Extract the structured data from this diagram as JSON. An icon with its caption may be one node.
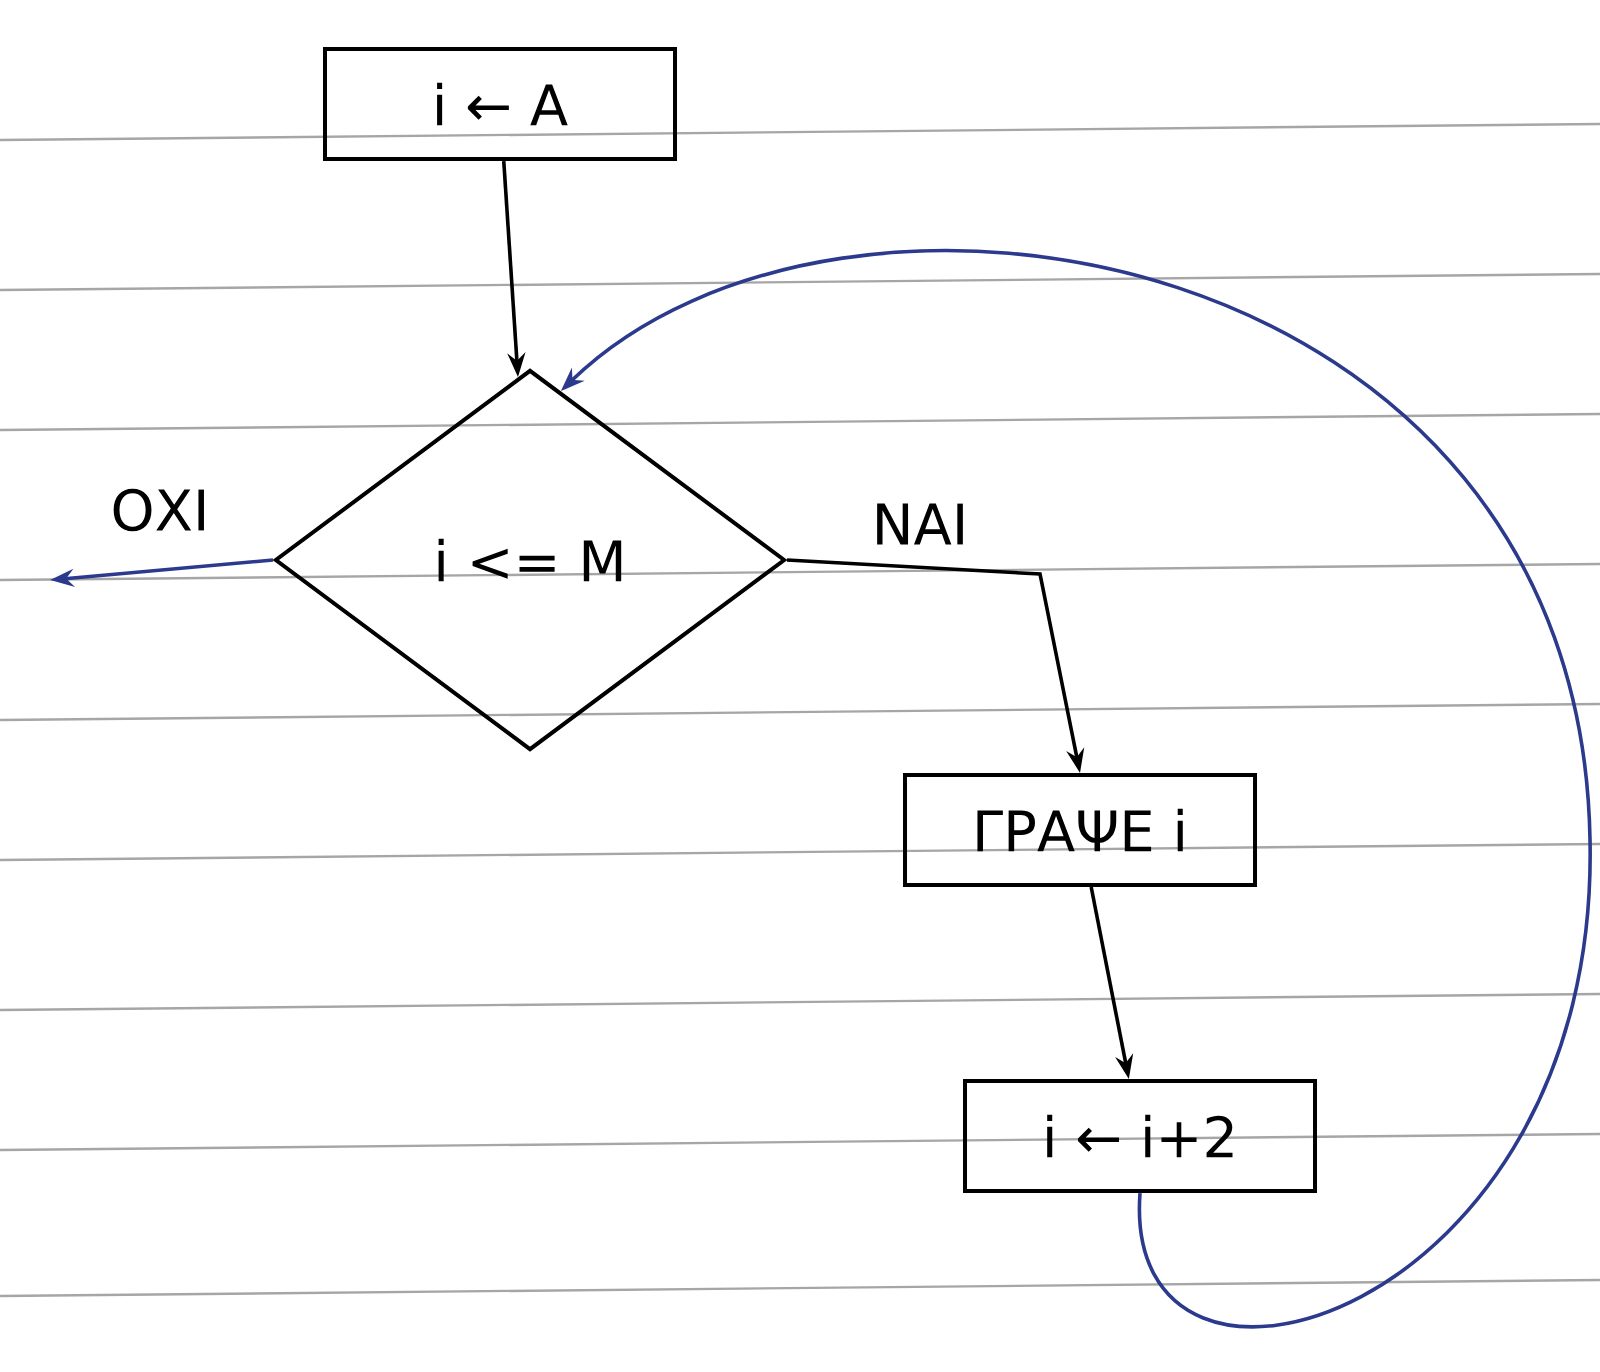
{
  "diagram": {
    "nodes": [
      {
        "text": [
          "i ← A"
        ]
      },
      {
        "text": [
          "i <= M"
        ]
      },
      {
        "text": [
          "ΓΡΑΨΕ i"
        ]
      },
      {
        "text": [
          "i ← i+2"
        ]
      }
    ],
    "edges": [
      {
        "from": 0,
        "to": 1,
        "arrow": "to"
      },
      {
        "from": 1,
        "to": null,
        "arrow": "to",
        "label": "ΟΧΙ",
        "color": "#2b3a8c"
      },
      {
        "from": 1,
        "to": 2,
        "arrow": "to",
        "label": "ΝΑΙ"
      },
      {
        "from": 2,
        "to": 3,
        "arrow": "to"
      },
      {
        "from": 3,
        "to": 1,
        "arrow": "to",
        "color": "#2b3a8c"
      }
    ]
  }
}
